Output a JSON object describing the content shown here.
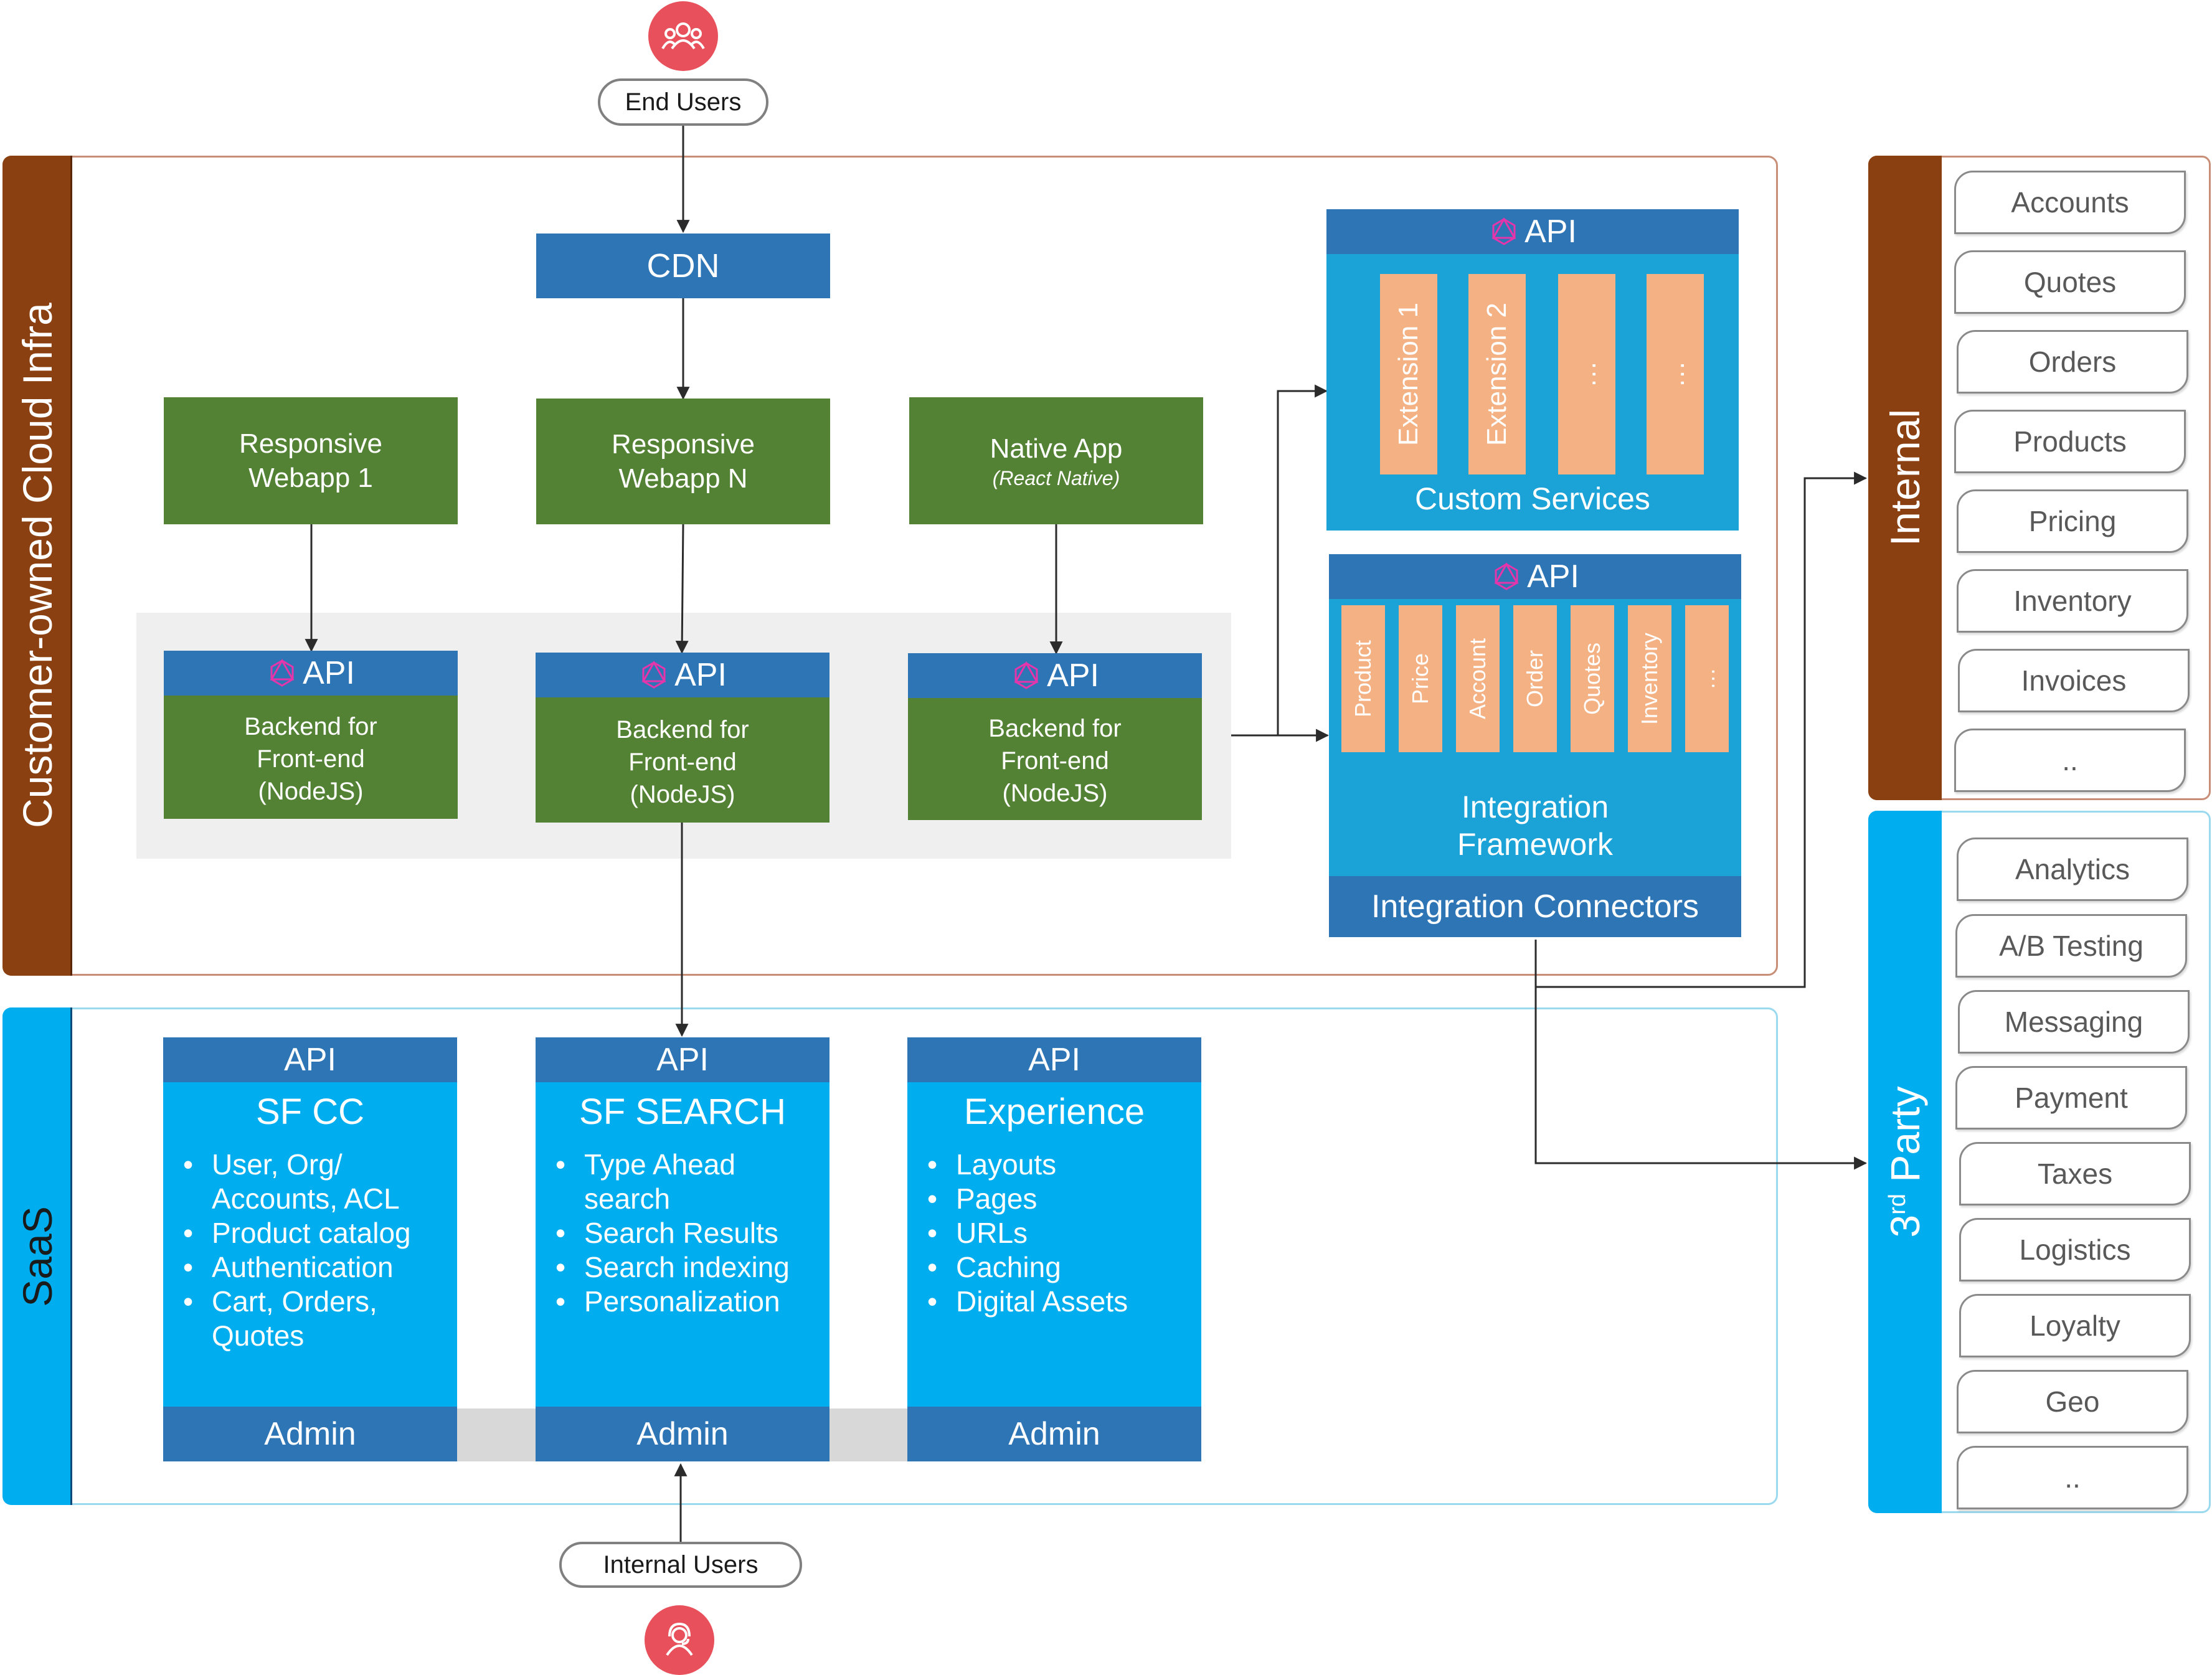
{
  "users": {
    "end_users": "End Users",
    "internal_users": "Internal Users"
  },
  "regions": {
    "cloud": "Customer-owned Cloud Infra",
    "saas": "SaaS",
    "internal": "Internal",
    "third_party_main": "3",
    "third_party_sup": "rd",
    "third_party_rest": " Party"
  },
  "cdn": "CDN",
  "frontends": [
    {
      "line1": "Responsive",
      "line2": "Webapp 1",
      "sub": ""
    },
    {
      "line1": "Responsive",
      "line2": "Webapp N",
      "sub": ""
    },
    {
      "line1": "Native App",
      "line2": "",
      "sub": "(React Native)"
    }
  ],
  "api_label": "API",
  "bff": {
    "line1": "Backend for",
    "line2": "Front-end",
    "line3": "(NodeJS)"
  },
  "custom_services": {
    "title": "Custom Services",
    "items": [
      "Extension 1",
      "Extension 2",
      "…",
      "…"
    ]
  },
  "integration": {
    "title_line1": "Integration",
    "title_line2": "Framework",
    "items": [
      "Product",
      "Price",
      "Account",
      "Order",
      "Quotes",
      "Inventory",
      "…"
    ],
    "connectors": "Integration Connectors"
  },
  "saas_services": [
    {
      "title": "SF CC",
      "bullets": [
        "User, Org/",
        "Accounts, ACL",
        "Product catalog",
        "Authentication",
        "Cart, Orders,",
        "Quotes"
      ],
      "bullet_flags": [
        true,
        false,
        true,
        true,
        true,
        false
      ]
    },
    {
      "title": "SF SEARCH",
      "bullets": [
        "Type Ahead",
        "search",
        "Search Results",
        "Search indexing",
        "Personalization"
      ],
      "bullet_flags": [
        true,
        false,
        true,
        true,
        true
      ]
    },
    {
      "title": "Experience",
      "bullets": [
        "Layouts",
        "Pages",
        "URLs",
        "Caching",
        "Digital Assets"
      ],
      "bullet_flags": [
        true,
        true,
        true,
        true,
        true
      ]
    }
  ],
  "admin_label": "Admin",
  "internal_systems": [
    "Accounts",
    "Quotes",
    "Orders",
    "Products",
    "Pricing",
    "Inventory",
    "Invoices",
    ".."
  ],
  "third_party_systems": [
    "Analytics",
    "A/B Testing",
    "Messaging",
    "Payment",
    "Taxes",
    "Logistics",
    "Loyalty",
    "Geo",
    ".."
  ],
  "colors": {
    "cloud_brown": "#8b4011",
    "saas_blue": "#00aeef",
    "api_blue": "#2e75b6",
    "frontend_green": "#548235",
    "extension_orange": "#f4b183",
    "user_red": "#e8505b"
  },
  "icons": {
    "api": "graphql-icon",
    "end_users": "user-group-icon",
    "internal_users": "headset-user-icon"
  }
}
